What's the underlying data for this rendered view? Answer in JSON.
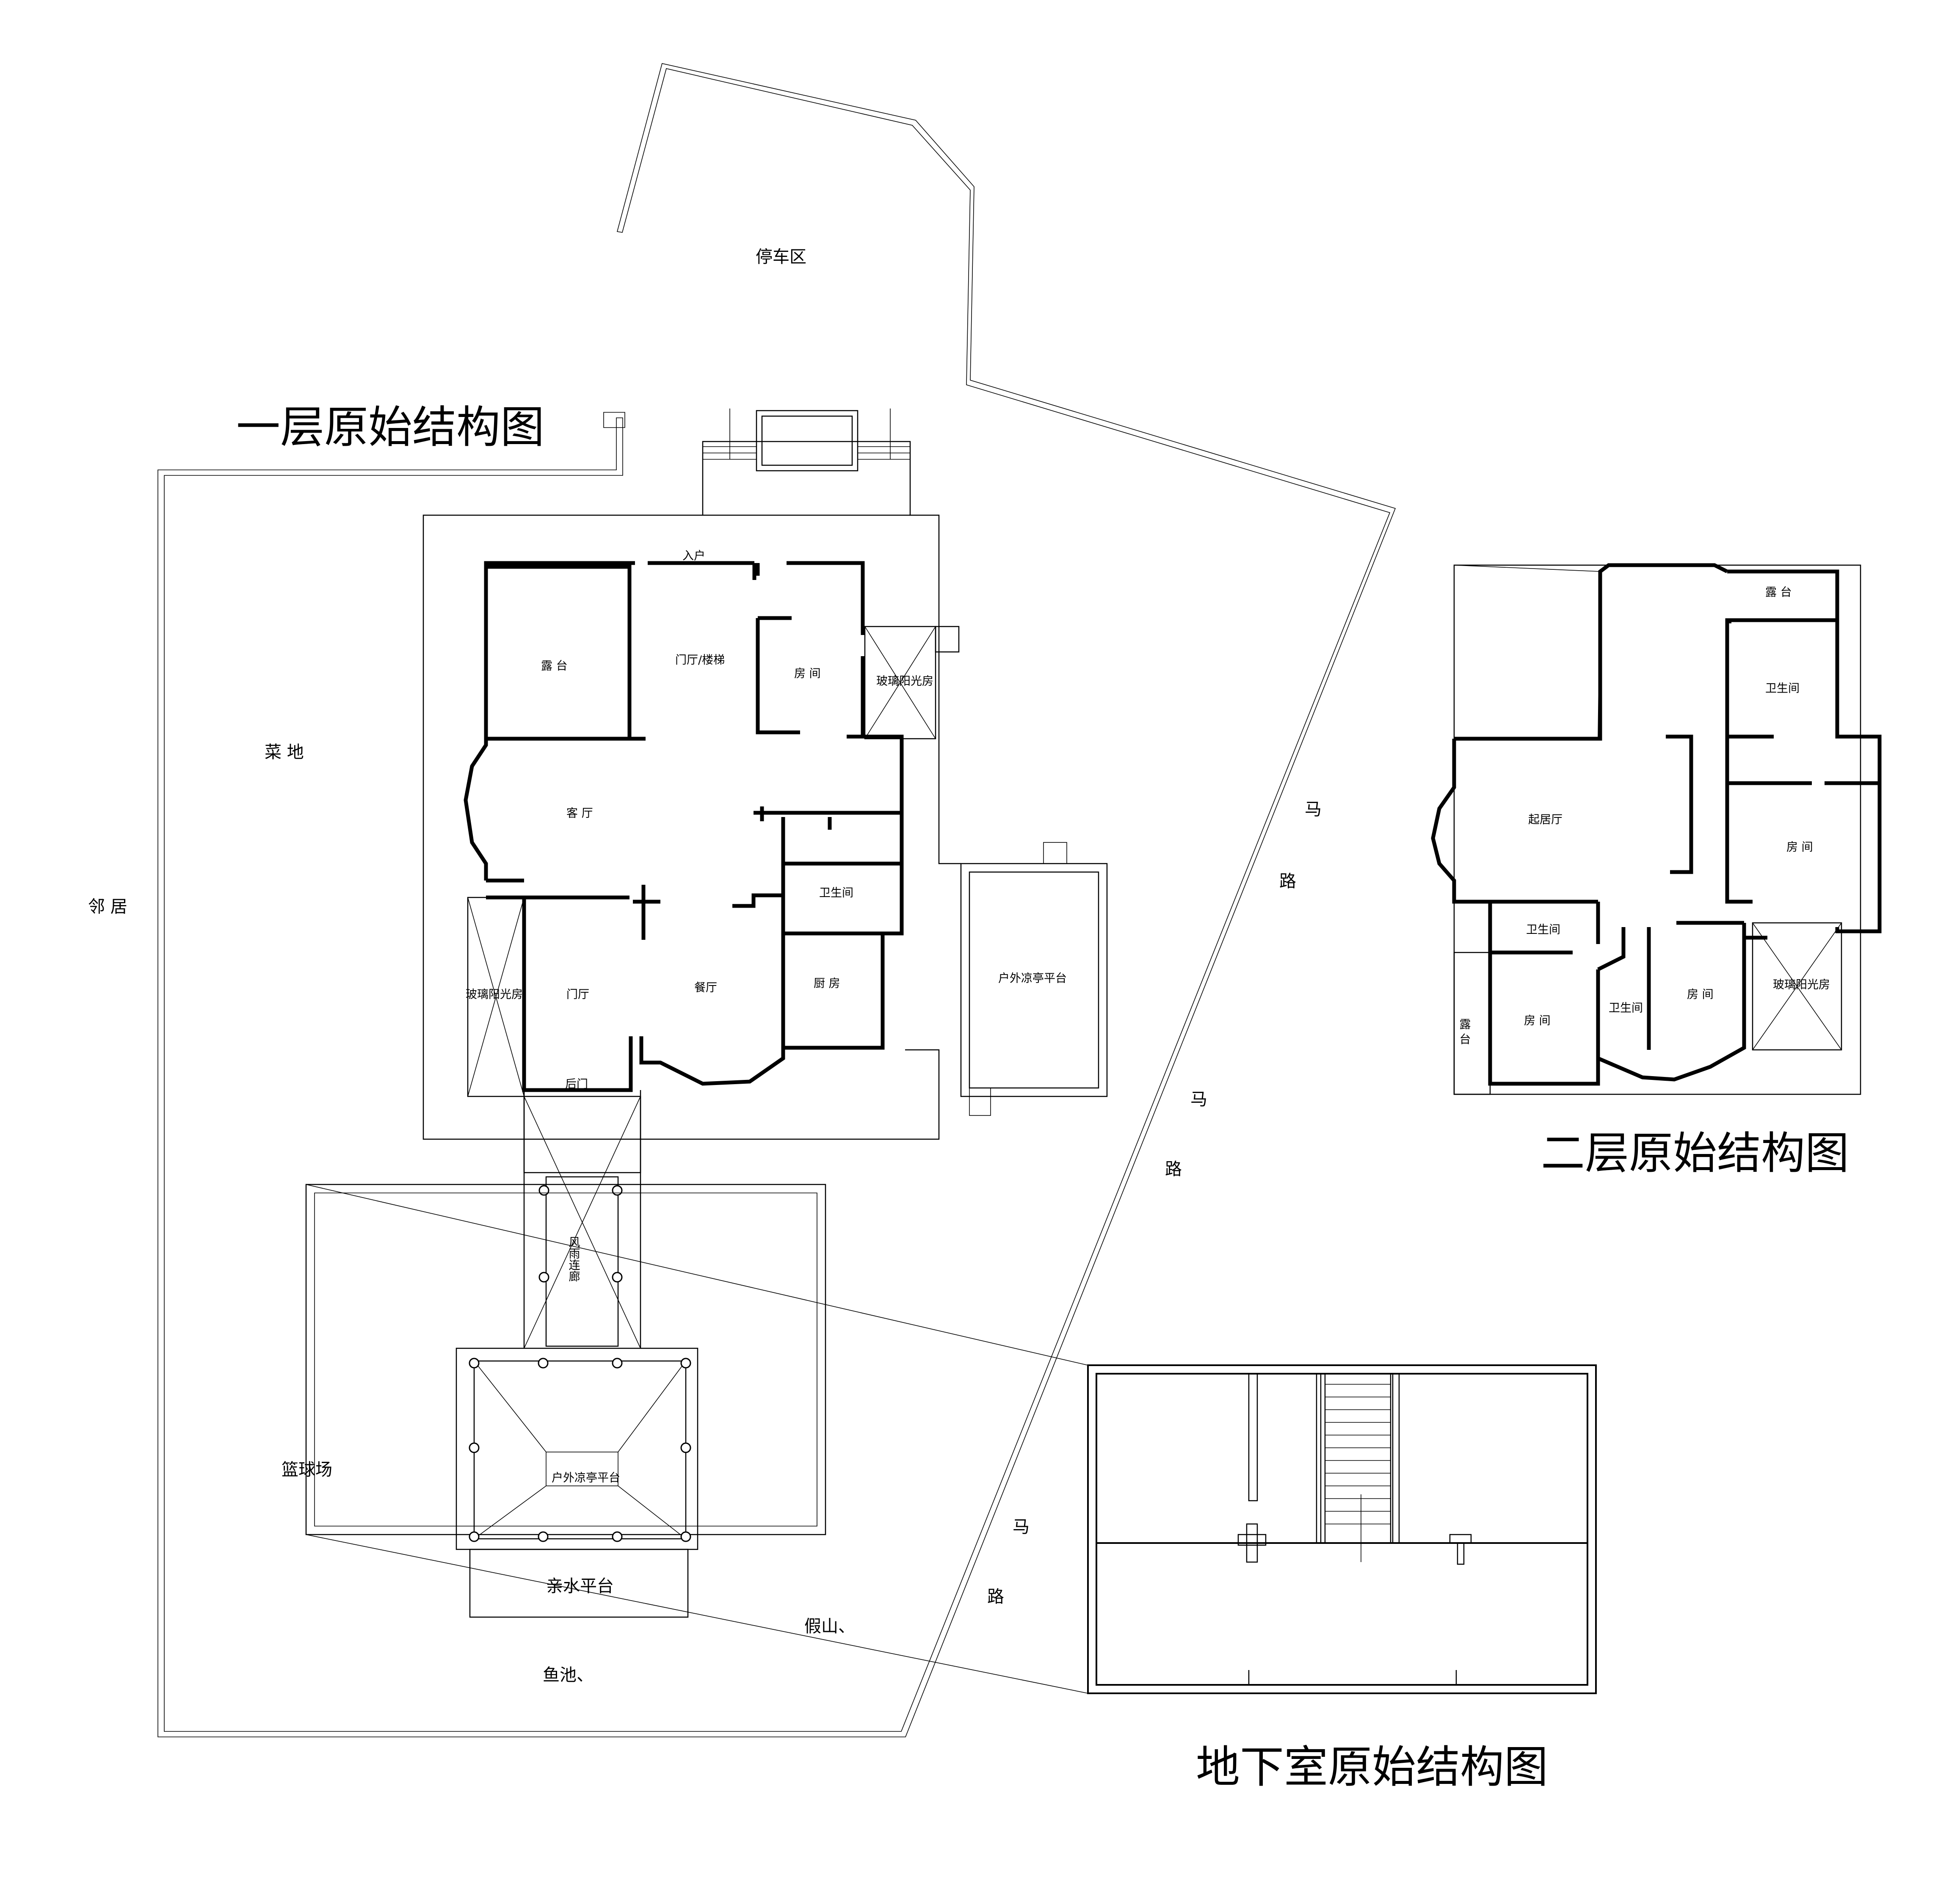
{
  "titles": {
    "floor1": "一层原始结构图",
    "floor2": "二层原始结构图",
    "basement": "地下室原始结构图"
  },
  "site": {
    "parking": "停车区",
    "vegetable_plot": "菜 地",
    "neighbor": "邻 居",
    "basketball_court": "篮球场",
    "waterside_platform": "亲水平台",
    "rockery": "假山、",
    "fish_pond": "鱼池、",
    "road_char_1": "马",
    "road_char_2": "路"
  },
  "floor1": {
    "entrance": "入户",
    "terrace": "露 台",
    "foyer_stairs": "门厅/楼梯",
    "room": "房 间",
    "glass_sunroom": "玻璃阳光房",
    "living_room": "客 厅",
    "bathroom": "卫生间",
    "glass_sunroom_side": "玻璃阳光房",
    "hall": "门厅",
    "dining": "餐厅",
    "kitchen": "厨 房",
    "back_door": "后门",
    "outdoor_pavilion": "户外凉亭平台",
    "corridor": "风雨连廊",
    "pavilion_platform": "户外凉亭平台"
  },
  "floor2": {
    "terrace_top": "露 台",
    "bathroom_a": "卫生间",
    "family_room": "起居厅",
    "room_a": "房 间",
    "bathroom_b": "卫生间",
    "bathroom_c": "卫生间",
    "room_b": "房 间",
    "terrace_side": "露 台",
    "room_c": "房 间",
    "glass_sunroom": "玻璃阳光房"
  }
}
